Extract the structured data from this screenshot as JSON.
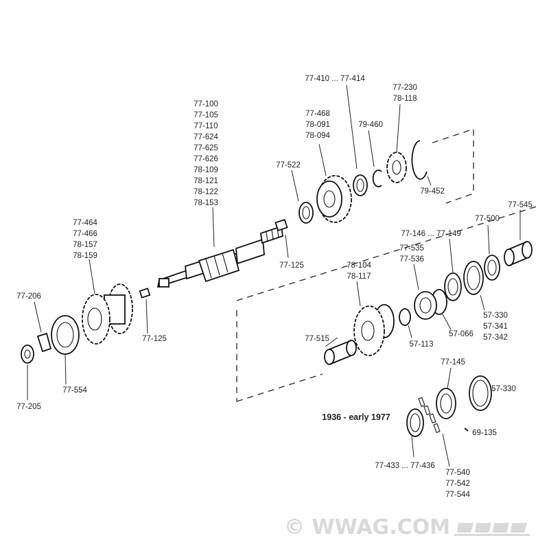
{
  "labels": {
    "p77_100": "77-100",
    "p77_105": "77-105",
    "p77_110": "77-110",
    "p77_624": "77-624",
    "p77_625": "77-625",
    "p77_626": "77-626",
    "p78_109": "78-109",
    "p78_121": "78-121",
    "p78_122": "78-122",
    "p78_153": "78-153",
    "p77_410": "77-410 ... 77-414",
    "p77_230": "77-230",
    "p78_118": "78-118",
    "p77_468": "77-468",
    "p78_091": "78-091",
    "p78_094": "78-094",
    "p79_460": "79-460",
    "p77_522": "77-522",
    "p79_452": "79-452",
    "p77_125a": "77-125",
    "p77_125b": "77-125",
    "p77_464": "77-464",
    "p77_466": "77-466",
    "p78_157": "78-157",
    "p78_159": "78-159",
    "p77_206": "77-206",
    "p77_205": "77-205",
    "p77_554": "77-554",
    "p77_545": "77-545",
    "p77_500": "77-500",
    "p77_146": "77-146 ... 77-149",
    "p77_535": "77-535",
    "p77_536": "77-536",
    "p78_104": "78-104",
    "p78_117": "78-117",
    "p57_330a": "57-330",
    "p57_341": "57-341",
    "p57_342": "57-342",
    "p57_066": "57-066",
    "p57_113": "57-113",
    "p77_515": "77-515",
    "p77_145": "77-145",
    "p57_330b": "57-330",
    "p69_135": "69-135",
    "p77_433": "77-433 ... 77-436",
    "p77_540": "77-540",
    "p77_542": "77-542",
    "p77_544": "77-544"
  },
  "caption": "1936 - early 1977",
  "watermark": "© WWAG.COM",
  "colors": {
    "line": "#111111",
    "watermark": "#d9d9d9"
  }
}
